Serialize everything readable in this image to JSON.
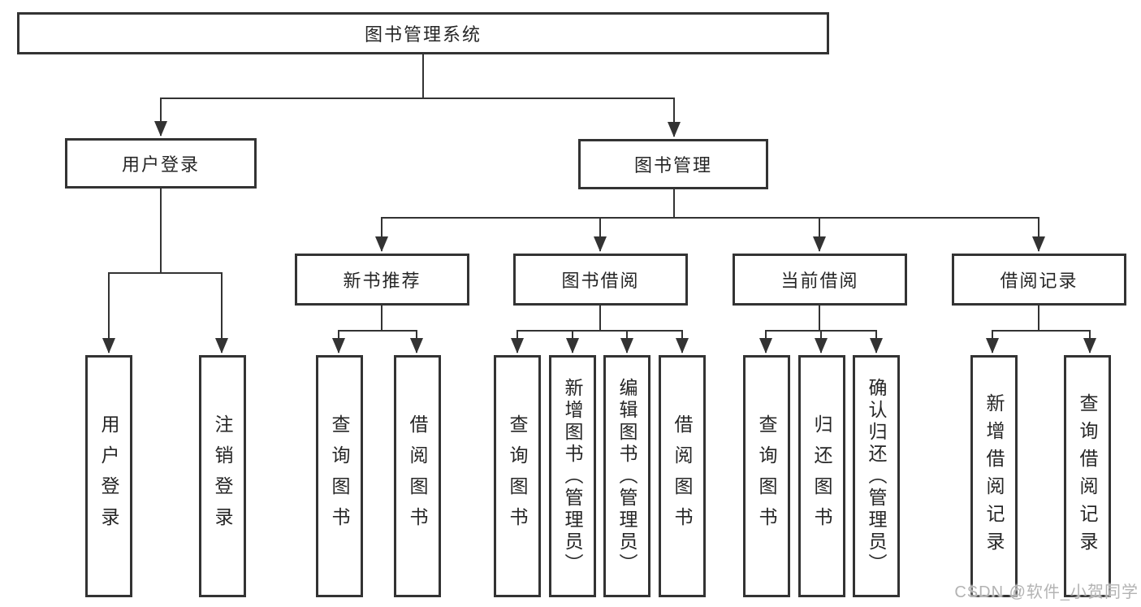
{
  "diagram": {
    "root_label": "图书管理系统",
    "login": {
      "label": "用户登录",
      "children": [
        "用户登录",
        "注销登录"
      ]
    },
    "management": {
      "label": "图书管理",
      "new_books": {
        "label": "新书推荐",
        "children": [
          "查询图书",
          "借阅图书"
        ]
      },
      "borrowing": {
        "label": "图书借阅",
        "children": [
          "查询图书",
          "新增图书（管理员）",
          "编辑图书（管理员）",
          "借阅图书"
        ]
      },
      "current": {
        "label": "当前借阅",
        "children": [
          "查询图书",
          "归还图书",
          "确认归还（管理员）"
        ]
      },
      "records": {
        "label": "借阅记录",
        "children": [
          "新增借阅记录",
          "查询借阅记录"
        ]
      }
    }
  },
  "watermark": "CSDN @软件_小贺同学",
  "colors": {
    "line": "#333333",
    "box_border": "#333333",
    "text": "#262626",
    "background": "#ffffff",
    "watermark": "#b3b3b3"
  }
}
